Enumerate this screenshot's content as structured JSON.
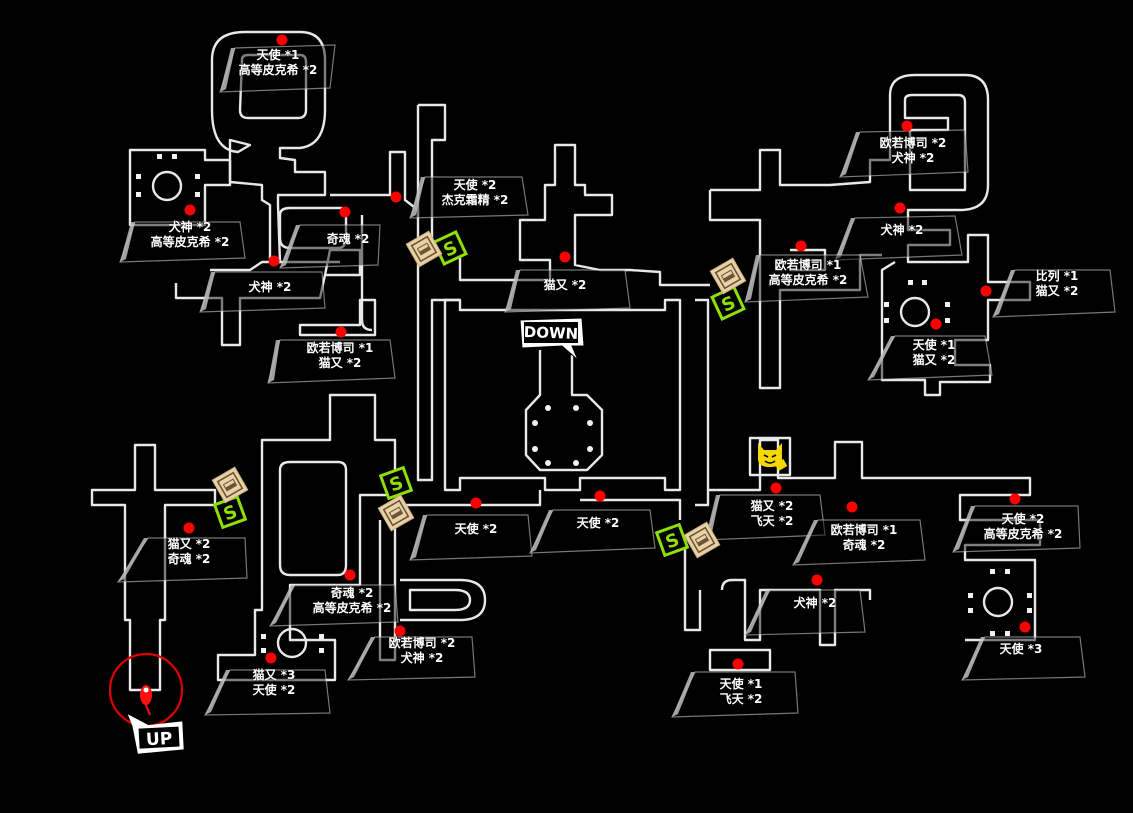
{
  "map": {
    "markers": {
      "down_label": "DOWN",
      "up_label": "UP",
      "save_symbol": "S"
    },
    "colors": {
      "background": "#000000",
      "walls": "#e8e8e8",
      "enemy": "#ff0000",
      "save_point": "#8fe000",
      "treasure": "#e9d2a6",
      "player": "#ff0000",
      "cat_icon": "#f5d800"
    },
    "icons": {
      "save_point": "save-point-icon",
      "treasure": "treasure-chest-icon",
      "player": "player-position-icon",
      "cat": "morgana-cat-icon",
      "up": "stairs-up-icon",
      "down": "stairs-down-icon"
    },
    "enemy_groups": [
      {
        "id": "g1",
        "lines": [
          "天使 *1",
          "高等皮克希 *2"
        ]
      },
      {
        "id": "g2",
        "lines": [
          "犬神 *2",
          "高等皮克希 *2"
        ]
      },
      {
        "id": "g3",
        "lines": [
          "奇魂 *2"
        ]
      },
      {
        "id": "g4",
        "lines": [
          "天使 *2",
          "杰克霜精 *2"
        ]
      },
      {
        "id": "g5",
        "lines": [
          "犬神 *2"
        ]
      },
      {
        "id": "g6",
        "lines": [
          "欧若博司 *1",
          "猫又 *2"
        ]
      },
      {
        "id": "g7",
        "lines": [
          "猫又 *2"
        ]
      },
      {
        "id": "g8",
        "lines": [
          "欧若博司 *2",
          "犬神 *2"
        ]
      },
      {
        "id": "g9",
        "lines": [
          "犬神 *2"
        ]
      },
      {
        "id": "g10",
        "lines": [
          "欧若博司 *1",
          "高等皮克希 *2"
        ]
      },
      {
        "id": "g11",
        "lines": [
          "比列 *1",
          "猫又 *2"
        ]
      },
      {
        "id": "g12",
        "lines": [
          "天使 *1",
          "猫又 *2"
        ]
      },
      {
        "id": "g13",
        "lines": [
          "猫又 *2",
          "奇魂 *2"
        ]
      },
      {
        "id": "g14",
        "lines": [
          "天使 *2"
        ]
      },
      {
        "id": "g15",
        "lines": [
          "天使 *2"
        ]
      },
      {
        "id": "g16",
        "lines": [
          "猫又 *2",
          "飞天 *2"
        ]
      },
      {
        "id": "g17",
        "lines": [
          "欧若博司 *1",
          "奇魂 *2"
        ]
      },
      {
        "id": "g18",
        "lines": [
          "天使 *2",
          "高等皮克希 *2"
        ]
      },
      {
        "id": "g19",
        "lines": [
          "奇魂 *2",
          "高等皮克希 *2"
        ]
      },
      {
        "id": "g20",
        "lines": [
          "欧若博司 *2",
          "犬神 *2"
        ]
      },
      {
        "id": "g21",
        "lines": [
          "犬神 *2"
        ]
      },
      {
        "id": "g22",
        "lines": [
          "猫又 *3",
          "天使 *2"
        ]
      },
      {
        "id": "g23",
        "lines": [
          "天使 *1",
          "飞天 *2"
        ]
      },
      {
        "id": "g24",
        "lines": [
          "天使 *3"
        ]
      }
    ]
  }
}
